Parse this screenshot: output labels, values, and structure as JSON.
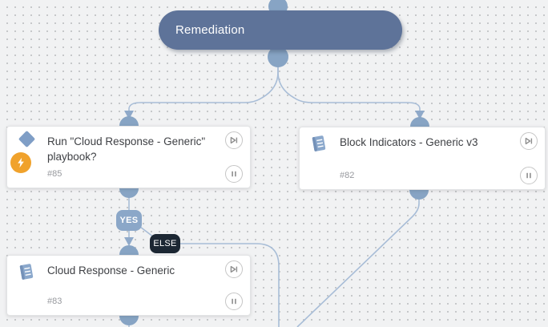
{
  "diagram": {
    "start_node": {
      "label": "Remediation"
    },
    "tasks": [
      {
        "title": "Run \"Cloud Response - Generic\" playbook?",
        "id": "#85",
        "type": "condition",
        "icons": [
          "condition-diamond-icon",
          "automation-lightning-icon"
        ],
        "controls": [
          "skip-icon",
          "pause-icon"
        ]
      },
      {
        "title": "Block Indicators - Generic v3",
        "id": "#82",
        "type": "sub-playbook",
        "icons": [
          "playbook-book-icon"
        ],
        "controls": [
          "skip-icon",
          "pause-icon"
        ]
      },
      {
        "title": "Cloud Response - Generic",
        "id": "#83",
        "type": "sub-playbook",
        "icons": [
          "playbook-book-icon"
        ],
        "controls": [
          "skip-icon",
          "pause-icon"
        ]
      }
    ],
    "branch_labels": {
      "yes": "YES",
      "else": "ELSE"
    }
  },
  "colors": {
    "canvas_bg": "#f1f2f3",
    "grid_dot": "#c6c8ca",
    "start_pill": "#5e7399",
    "connector_node": "#87a4c4",
    "connector_line": "#a8bdd7",
    "yes_badge": "#8ba7c8",
    "else_badge": "#1c2733",
    "automation_badge": "#f0a22c",
    "card_bg": "#ffffff",
    "title_text": "#3f4145",
    "id_text": "#97999e"
  }
}
